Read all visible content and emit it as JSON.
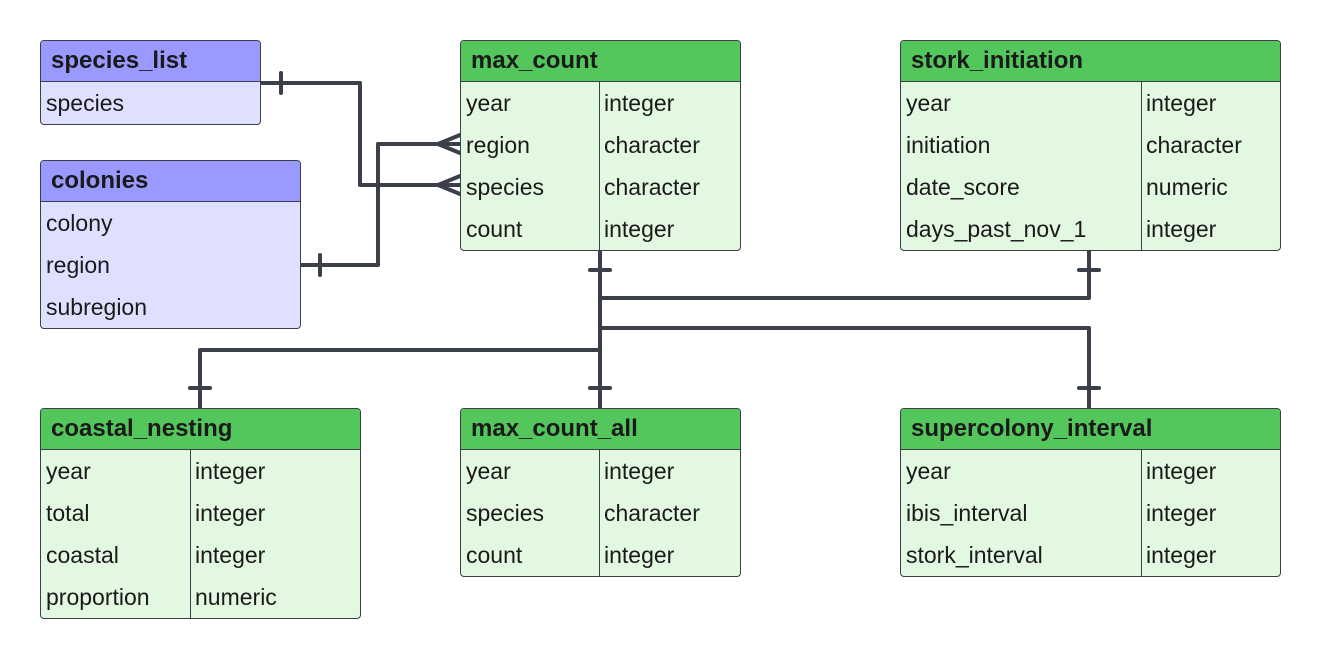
{
  "tables": {
    "species_list": {
      "title": "species_list",
      "rows": [
        {
          "name": "species"
        }
      ]
    },
    "colonies": {
      "title": "colonies",
      "rows": [
        {
          "name": "colony"
        },
        {
          "name": "region"
        },
        {
          "name": "subregion"
        }
      ]
    },
    "max_count": {
      "title": "max_count",
      "rows": [
        {
          "name": "year",
          "type": "integer"
        },
        {
          "name": "region",
          "type": "character"
        },
        {
          "name": "species",
          "type": "character"
        },
        {
          "name": "count",
          "type": "integer"
        }
      ]
    },
    "stork_initiation": {
      "title": "stork_initiation",
      "rows": [
        {
          "name": "year",
          "type": "integer"
        },
        {
          "name": "initiation",
          "type": "character"
        },
        {
          "name": "date_score",
          "type": "numeric"
        },
        {
          "name": "days_past_nov_1",
          "type": "integer"
        }
      ]
    },
    "coastal_nesting": {
      "title": "coastal_nesting",
      "rows": [
        {
          "name": "year",
          "type": "integer"
        },
        {
          "name": "total",
          "type": "integer"
        },
        {
          "name": "coastal",
          "type": "integer"
        },
        {
          "name": "proportion",
          "type": "numeric"
        }
      ]
    },
    "max_count_all": {
      "title": "max_count_all",
      "rows": [
        {
          "name": "year",
          "type": "integer"
        },
        {
          "name": "species",
          "type": "character"
        },
        {
          "name": "count",
          "type": "integer"
        }
      ]
    },
    "supercolony_interval": {
      "title": "supercolony_interval",
      "rows": [
        {
          "name": "year",
          "type": "integer"
        },
        {
          "name": "ibis_interval",
          "type": "integer"
        },
        {
          "name": "stork_interval",
          "type": "integer"
        }
      ]
    }
  },
  "relationships": [
    {
      "from": "species_list.species",
      "to": "max_count.species",
      "from_cardinality": "one",
      "to_cardinality": "many"
    },
    {
      "from": "colonies.region",
      "to": "max_count.region",
      "from_cardinality": "one",
      "to_cardinality": "many"
    },
    {
      "from": "max_count",
      "to": "stork_initiation",
      "from_cardinality": "one",
      "to_cardinality": "one"
    },
    {
      "from": "max_count",
      "to": "coastal_nesting",
      "from_cardinality": "one",
      "to_cardinality": "one"
    },
    {
      "from": "max_count",
      "to": "max_count_all",
      "from_cardinality": "one",
      "to_cardinality": "one"
    },
    {
      "from": "max_count",
      "to": "supercolony_interval",
      "from_cardinality": "one",
      "to_cardinality": "one"
    }
  ],
  "colors": {
    "line": "#3a3f4a",
    "green_header": "#54c75c",
    "green_body": "#e3f8e0",
    "purple_header": "#9999ff",
    "purple_body": "#dfe0ff"
  }
}
